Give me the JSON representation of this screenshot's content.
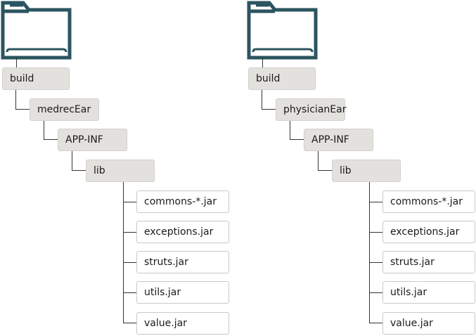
{
  "colors": {
    "folder_stroke": "#2b5560",
    "directory_fill": "#e3e1de",
    "file_border": "#c9c9c9",
    "connector": "#333333"
  },
  "icons": [
    "folder-icon"
  ],
  "trees": [
    {
      "root": "build",
      "ear": "medrecEar",
      "appinf": "APP-INF",
      "lib": "lib",
      "files": [
        "commons-*.jar",
        "exceptions.jar",
        "struts.jar",
        "utils.jar",
        "value.jar"
      ]
    },
    {
      "root": "build",
      "ear": "physicianEar",
      "appinf": "APP-INF",
      "lib": "lib",
      "files": [
        "commons-*.jar",
        "exceptions.jar",
        "struts.jar",
        "utils.jar",
        "value.jar"
      ]
    }
  ]
}
